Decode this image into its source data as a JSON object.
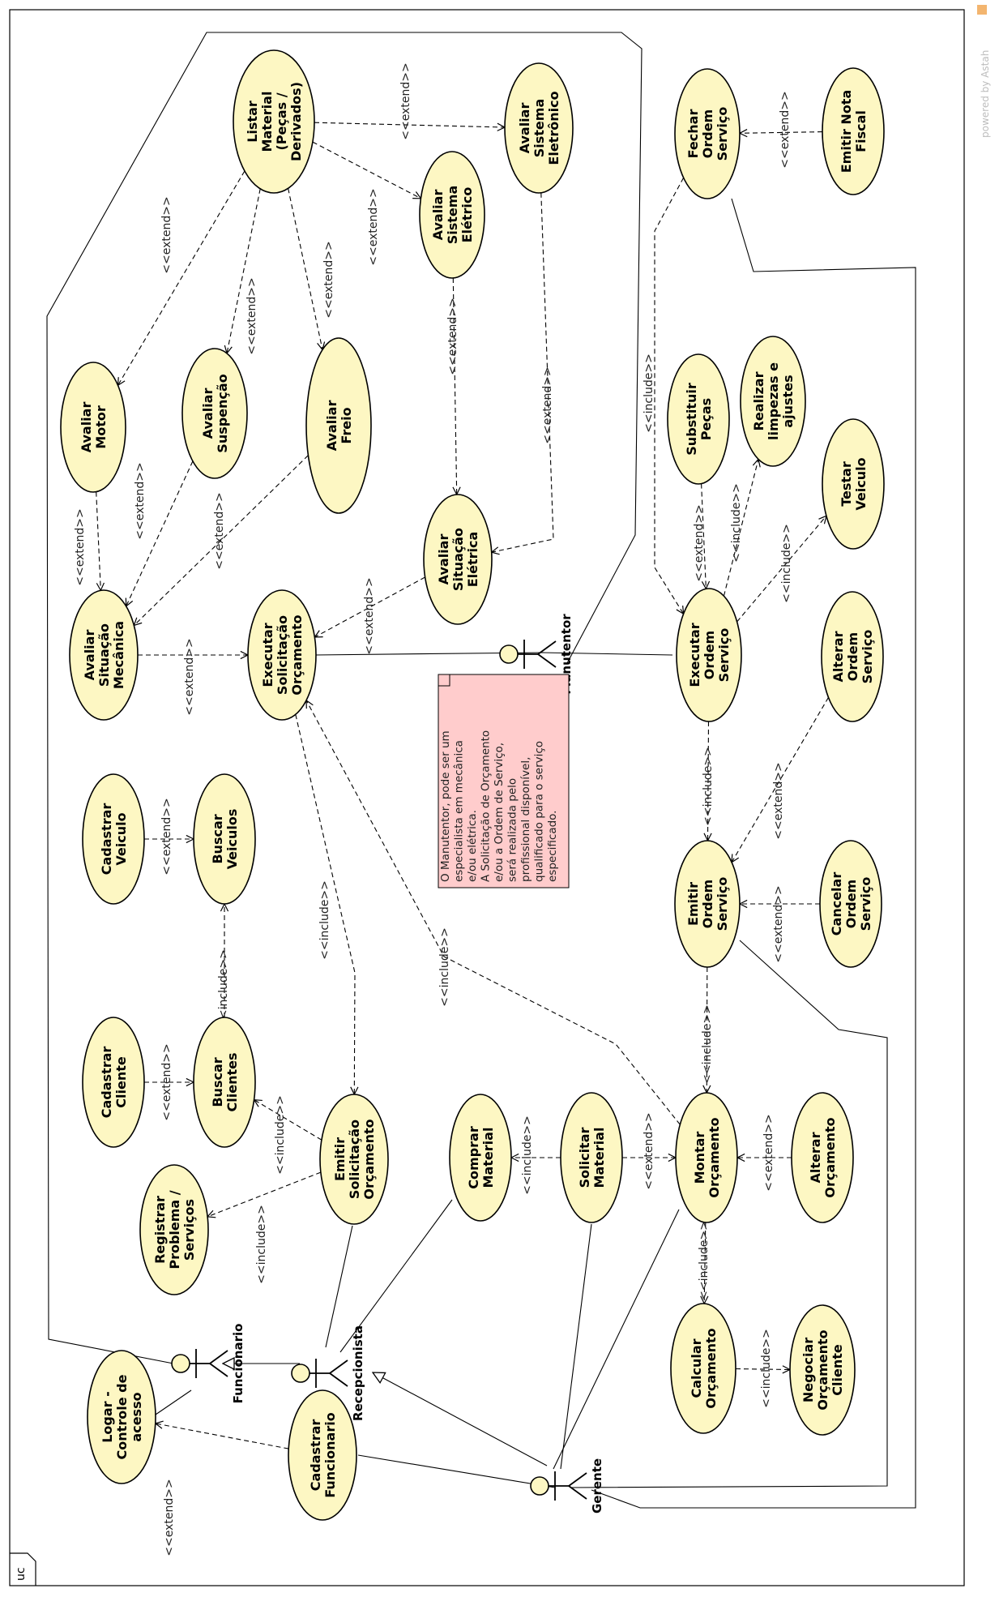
{
  "frame": {
    "label": "uc"
  },
  "watermark": "powered by Astah",
  "use_cases": [
    {
      "id": "listar-material",
      "lines": [
        "Listar",
        "Material",
        "(Peças /",
        "Derivados)"
      ]
    },
    {
      "id": "avaliar-sistema-eletronico",
      "lines": [
        "Avaliar",
        "Sistema",
        "Eletrônico"
      ]
    },
    {
      "id": "avaliar-sistema-eletrico",
      "lines": [
        "Avaliar",
        "Sistema",
        "Elétrico"
      ]
    },
    {
      "id": "fechar-ordem-servico",
      "lines": [
        "Fechar",
        "Ordem",
        "Serviço"
      ]
    },
    {
      "id": "emitir-nota-fiscal",
      "lines": [
        "Emitir Nota",
        "Fiscal"
      ]
    },
    {
      "id": "avaliar-motor",
      "lines": [
        "Avaliar",
        "Motor"
      ]
    },
    {
      "id": "avaliar-suspencao",
      "lines": [
        "Avaliar",
        "Suspenção"
      ]
    },
    {
      "id": "avaliar-freio",
      "lines": [
        "Avaliar",
        "Freio"
      ]
    },
    {
      "id": "substituir-pecas",
      "lines": [
        "Substituir",
        "Peças"
      ]
    },
    {
      "id": "realizar-limpezas",
      "lines": [
        "Realizar",
        "limpezas e",
        "ajustes"
      ]
    },
    {
      "id": "testar-veiculo",
      "lines": [
        "Testar",
        "Veiculo"
      ]
    },
    {
      "id": "avaliar-situacao-eletrica",
      "lines": [
        "Avaliar",
        "Situação",
        "Elétrica"
      ]
    },
    {
      "id": "avaliar-situacao-mecanica",
      "lines": [
        "Avaliar",
        "Situação",
        "Mecânica"
      ]
    },
    {
      "id": "executar-solicitacao-orcamento",
      "lines": [
        "Executar",
        "Solicitação",
        "Orçamento"
      ]
    },
    {
      "id": "executar-ordem-servico",
      "lines": [
        "Executar",
        "Ordem",
        "Serviço"
      ]
    },
    {
      "id": "alterar-ordem-servico",
      "lines": [
        "Alterar",
        "Ordem",
        "Serviço"
      ]
    },
    {
      "id": "cadastrar-veiculo",
      "lines": [
        "Cadastrar",
        "Veiculo"
      ]
    },
    {
      "id": "buscar-veiculos",
      "lines": [
        "Buscar",
        "Veiculos"
      ]
    },
    {
      "id": "emitir-ordem-servico",
      "lines": [
        "Emitir",
        "Ordem",
        "Serviço"
      ]
    },
    {
      "id": "cancelar-ordem-servico",
      "lines": [
        "Cancelar",
        "Ordem",
        "Serviço"
      ]
    },
    {
      "id": "cadastrar-cliente",
      "lines": [
        "Cadastrar",
        "Cliente"
      ]
    },
    {
      "id": "buscar-clientes",
      "lines": [
        "Buscar",
        "Clientes"
      ]
    },
    {
      "id": "emitir-solicitacao-orcamento",
      "lines": [
        "Emitir",
        "Solicitação",
        "Orçamento"
      ]
    },
    {
      "id": "comprar-material",
      "lines": [
        "Comprar",
        "Material"
      ]
    },
    {
      "id": "solicitar-material",
      "lines": [
        "Solicitar",
        "Material"
      ]
    },
    {
      "id": "montar-orcamento",
      "lines": [
        "Montar",
        "Orçamento"
      ]
    },
    {
      "id": "alterar-orcamento",
      "lines": [
        "Alterar",
        "Orçamento"
      ]
    },
    {
      "id": "registrar-problema",
      "lines": [
        "Registrar",
        "Problema /",
        "Serviços"
      ]
    },
    {
      "id": "calcular-orcamento",
      "lines": [
        "Calcular",
        "Orçamento"
      ]
    },
    {
      "id": "negociar-orcamento-cliente",
      "lines": [
        "Negociar",
        "Orçamento",
        "Cliente"
      ]
    },
    {
      "id": "logar-controle-acesso",
      "lines": [
        "Logar -",
        "Controle de",
        "acesso"
      ]
    },
    {
      "id": "cadastrar-funcionario",
      "lines": [
        "Cadastrar",
        "Funcionario"
      ]
    }
  ],
  "actors": [
    {
      "id": "funcionario",
      "name": "Funcionario"
    },
    {
      "id": "recepcionista",
      "name": "Recepcionista"
    },
    {
      "id": "gerente",
      "name": "Gerente"
    },
    {
      "id": "manutentor",
      "name": "Manutentor"
    }
  ],
  "relationships": [
    {
      "from": "listar-material",
      "to": "avaliar-sistema-eletronico",
      "kind": "extend",
      "label": "<<extend>>"
    },
    {
      "from": "listar-material",
      "to": "avaliar-sistema-eletrico",
      "kind": "extend",
      "label": "<<extend>>"
    },
    {
      "from": "listar-material",
      "to": "avaliar-motor",
      "kind": "extend",
      "label": "<<extend>>"
    },
    {
      "from": "listar-material",
      "to": "avaliar-suspencao",
      "kind": "extend",
      "label": "<<extend>>"
    },
    {
      "from": "listar-material",
      "to": "avaliar-freio",
      "kind": "extend",
      "label": "<<extend>>"
    },
    {
      "from": "emitir-nota-fiscal",
      "to": "fechar-ordem-servico",
      "kind": "extend",
      "label": "<<extend>>"
    },
    {
      "from": "avaliar-sistema-eletrico",
      "to": "avaliar-situacao-eletrica",
      "kind": "extend",
      "label": "<<extend>>"
    },
    {
      "from": "avaliar-sistema-eletronico",
      "to": "avaliar-situacao-eletrica",
      "kind": "extend",
      "label": "<<extend>>"
    },
    {
      "from": "avaliar-motor",
      "to": "avaliar-situacao-mecanica",
      "kind": "extend",
      "label": "<<extend>>"
    },
    {
      "from": "avaliar-suspencao",
      "to": "avaliar-situacao-mecanica",
      "kind": "extend",
      "label": "<<extend>>"
    },
    {
      "from": "avaliar-freio",
      "to": "avaliar-situacao-mecanica",
      "kind": "extend",
      "label": "<<extend>>"
    },
    {
      "from": "avaliar-situacao-mecanica",
      "to": "executar-solicitacao-orcamento",
      "kind": "extend",
      "label": "<<extend>>"
    },
    {
      "from": "avaliar-situacao-eletrica",
      "to": "executar-solicitacao-orcamento",
      "kind": "extend",
      "label": "<<extend>>"
    },
    {
      "from": "fechar-ordem-servico",
      "to": "executar-ordem-servico",
      "kind": "include",
      "label": "<<include>>"
    },
    {
      "from": "substituir-pecas",
      "to": "executar-ordem-servico",
      "kind": "extend",
      "label": "<<extend>>"
    },
    {
      "from": "executar-ordem-servico",
      "to": "realizar-limpezas",
      "kind": "include",
      "label": "<<include>>"
    },
    {
      "from": "executar-ordem-servico",
      "to": "testar-veiculo",
      "kind": "include",
      "label": "<<include>>"
    },
    {
      "from": "executar-ordem-servico",
      "to": "emitir-ordem-servico",
      "kind": "include",
      "label": "<<include>>"
    },
    {
      "from": "alterar-ordem-servico",
      "to": "emitir-ordem-servico",
      "kind": "extend",
      "label": "<<extend>>"
    },
    {
      "from": "cancelar-ordem-servico",
      "to": "emitir-ordem-servico",
      "kind": "extend",
      "label": "<<extend>>"
    },
    {
      "from": "emitir-ordem-servico",
      "to": "montar-orcamento",
      "kind": "include",
      "label": "<<include>>"
    },
    {
      "from": "cadastrar-veiculo",
      "to": "buscar-veiculos",
      "kind": "extend",
      "label": "<<extend>>"
    },
    {
      "from": "buscar-clientes",
      "to": "buscar-veiculos",
      "kind": "include",
      "label": "<<include>>"
    },
    {
      "from": "cadastrar-cliente",
      "to": "buscar-clientes",
      "kind": "extend",
      "label": "<<extend>>"
    },
    {
      "from": "emitir-solicitacao-orcamento",
      "to": "buscar-clientes",
      "kind": "include",
      "label": "<<include>>"
    },
    {
      "from": "emitir-solicitacao-orcamento",
      "to": "registrar-problema",
      "kind": "include",
      "label": "<<include>>"
    },
    {
      "from": "executar-solicitacao-orcamento",
      "to": "emitir-solicitacao-orcamento",
      "kind": "include",
      "label": "<<include>>"
    },
    {
      "from": "montar-orcamento",
      "to": "executar-solicitacao-orcamento",
      "kind": "include",
      "label": "<<include>>"
    },
    {
      "from": "solicitar-material",
      "to": "comprar-material",
      "kind": "include",
      "label": "<<include>>"
    },
    {
      "from": "solicitar-material",
      "to": "montar-orcamento",
      "kind": "extend",
      "label": "<<extend>>"
    },
    {
      "from": "alterar-orcamento",
      "to": "montar-orcamento",
      "kind": "extend",
      "label": "<<extend>>"
    },
    {
      "from": "montar-orcamento",
      "to": "calcular-orcamento",
      "kind": "include",
      "label": "<<include>>"
    },
    {
      "from": "calcular-orcamento",
      "to": "negociar-orcamento-cliente",
      "kind": "include",
      "label": "<<include>>"
    },
    {
      "from": "cadastrar-funcionario",
      "to": "logar-controle-acesso",
      "kind": "extend",
      "label": "<<extend>>"
    }
  ],
  "note": {
    "lines": [
      "O Manutentor, pode ser um",
      "especialista em mecânica",
      "e/ou elétrica.",
      "A Solicitação de Orçamento",
      "e/ou a Ordem de Serviço,",
      "será realizada pelo",
      "profissional disponível,",
      "qualificado para o serviço",
      "especificado."
    ]
  }
}
